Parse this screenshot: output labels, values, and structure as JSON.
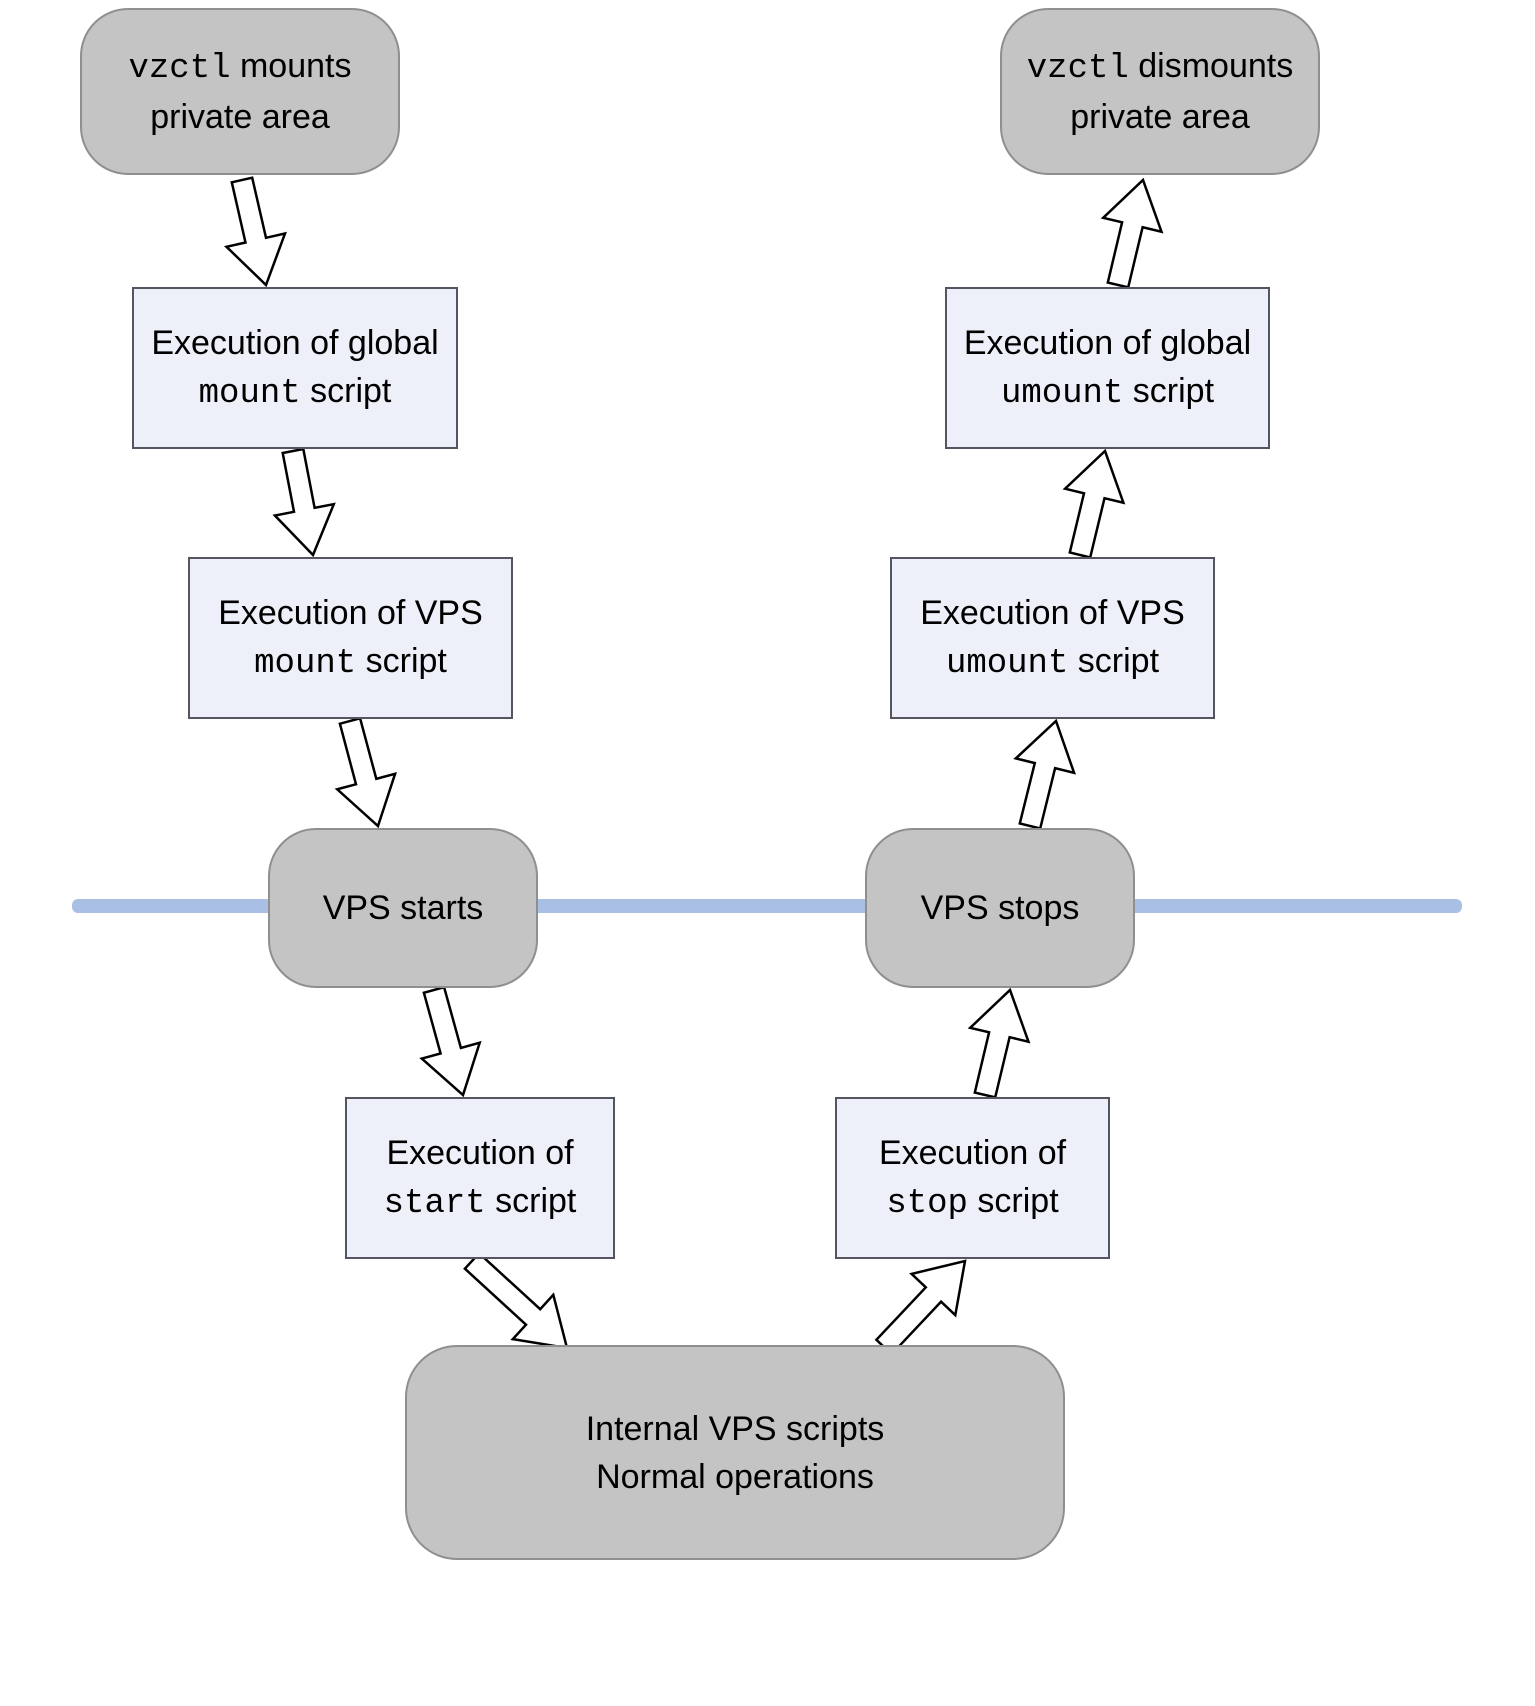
{
  "nodes": {
    "vzctl_mounts": {
      "code": "vzctl",
      "rest": " mounts",
      "line2": "private area"
    },
    "global_mount": {
      "line1": "Execution of global",
      "code": "mount",
      "rest": " script"
    },
    "vps_mount": {
      "line1": "Execution of VPS",
      "code": "mount",
      "rest": " script"
    },
    "vps_starts": {
      "label": "VPS starts"
    },
    "start_script": {
      "line1": "Execution of",
      "code": "start",
      "rest": " script"
    },
    "internal_ops": {
      "line1": "Internal VPS scripts",
      "line2": "Normal operations"
    },
    "stop_script": {
      "line1": "Execution of",
      "code": "stop",
      "rest": " script"
    },
    "vps_stops": {
      "label": "VPS stops"
    },
    "vps_umount": {
      "line1": "Execution of VPS",
      "code": "umount",
      "rest": " script"
    },
    "global_umount": {
      "line1": "Execution of global",
      "code": "umount",
      "rest": " script"
    },
    "vzctl_dismounts": {
      "code": "vzctl",
      "rest": " dismounts",
      "line2": "private area"
    }
  },
  "colors": {
    "rounded_fill": "#c4c4c4",
    "rounded_border": "#8f8f8f",
    "rect_fill": "#eef0f9",
    "rect_border": "#55555f",
    "timeline": "#a9c0e4",
    "arrow_fill": "#ffffff",
    "arrow_outline": "#000000"
  }
}
